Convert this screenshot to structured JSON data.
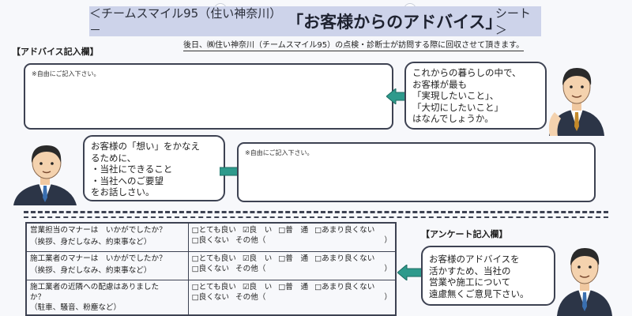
{
  "title": {
    "prefix": "＜チームスマイル95（住い神奈川）－",
    "main": "「お客様からのアドバイス」",
    "suffix": "シート＞"
  },
  "notice": "後日、㈱住い神奈川（チームスマイル95）の点検・診断士が訪問する際に回収させて頂きます。",
  "advice": {
    "section_label": "【アドバイス記入欄】",
    "box1_note": "※自由にご記入下さい。",
    "box2_note": "※自由にご記入下さい。",
    "bubble_right": "これからの暮らしの中で、\nお客様が最も\n「実現したいこと」、\n「大切にしたいこと」\nはなんでしょうか。",
    "bubble_left": "お客様の「想い」をかなえ\nるために、\n・当社にできること\n・当社へのご要望\nをお話しさい。"
  },
  "survey": {
    "section_label": "【アンケート記入欄】",
    "questions": [
      {
        "q1": "営業担当のマナーは　いかがでしたか？",
        "q2": "（挨拶、身だしなみ、約束事など）"
      },
      {
        "q1": "施工業者のマナーは　いかがでしたか？",
        "q2": "（挨拶、身だしなみ、約束事など）"
      },
      {
        "q1": "施工業者の近隣への配慮はありました",
        "q2": "か？",
        "q3": "（駐車、騒音、粉塵など）"
      }
    ],
    "options": {
      "very_good": "□とても良い",
      "good": "☑良　い",
      "normal": "□普　通",
      "not_good": "□あまり良くない",
      "bad": "□良くない",
      "other": "その他（",
      "close": "）"
    },
    "bubble": "お客様のアドバイスを\n活かすため、当社の\n営業や施工について\n遠慮無くご意見下さい。"
  },
  "colors": {
    "header_bg": "#cdd3ea",
    "arrow": "#2e9a8c",
    "border": "#3d4252"
  }
}
